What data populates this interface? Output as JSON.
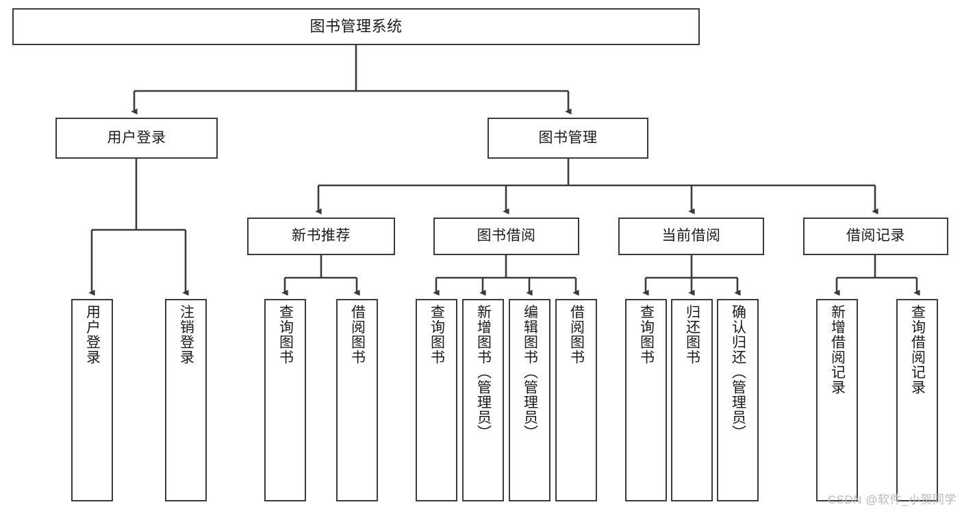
{
  "diagram": {
    "title": "图书管理系统",
    "type": "functional-structure-tree",
    "colors": {
      "background": "#ffffff",
      "box_border": "#3a3a3c",
      "box_fill": "#ffffff",
      "connector": "#3a3a3c",
      "text": "#1b1b1b",
      "watermark": "#b9b9b9"
    },
    "watermark": "CSDN @软件_小贺同学"
  },
  "nodes": {
    "root": {
      "label": "图书管理系统"
    },
    "level1": [
      {
        "label": "用户登录"
      },
      {
        "label": "图书管理"
      }
    ],
    "level2": [
      {
        "label": "新书推荐"
      },
      {
        "label": "图书借阅"
      },
      {
        "label": "当前借阅"
      },
      {
        "label": "借阅记录"
      }
    ],
    "leaves": {
      "user_login": [
        {
          "label": "用户登录"
        },
        {
          "label": "注销登录"
        }
      ],
      "new_book_recommend": [
        {
          "label": "查询图书"
        },
        {
          "label": "借阅图书"
        }
      ],
      "book_borrow": [
        {
          "label": "查询图书"
        },
        {
          "label": "新增图书（管理员）"
        },
        {
          "label": "编辑图书（管理员）"
        },
        {
          "label": "借阅图书"
        }
      ],
      "current_borrow": [
        {
          "label": "查询图书"
        },
        {
          "label": "归还图书"
        },
        {
          "label": "确认归还（管理员）"
        }
      ],
      "borrow_record": [
        {
          "label": "新增借阅记录"
        },
        {
          "label": "查询借阅记录"
        }
      ]
    }
  }
}
